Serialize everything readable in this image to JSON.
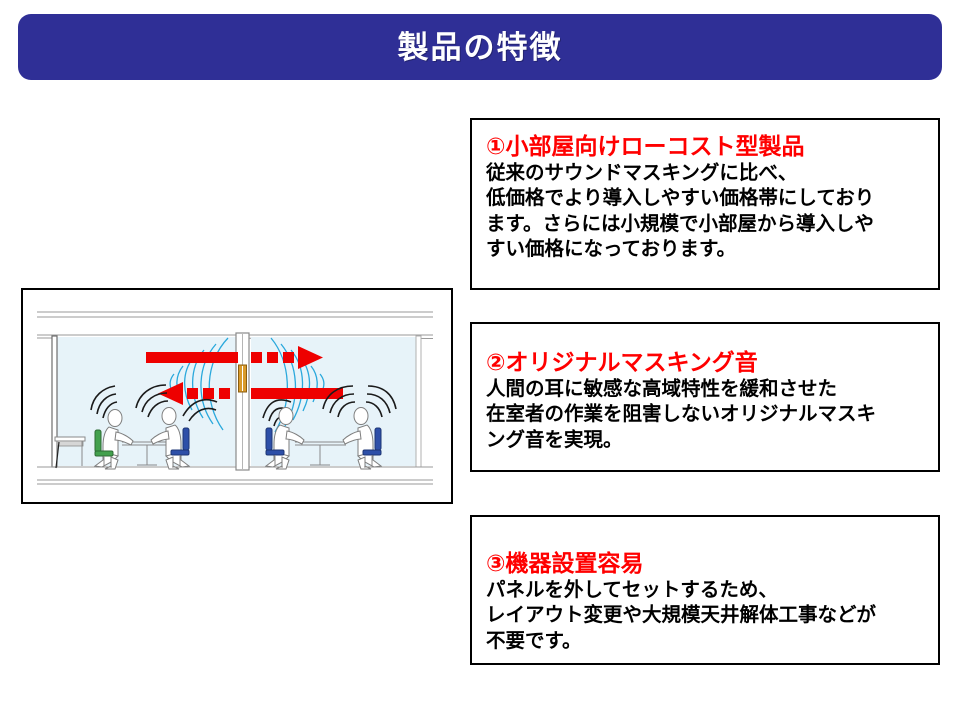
{
  "slide": {
    "title": "製品の特徴",
    "banner_color": "#2f2f96",
    "accent_color": "#ff0000"
  },
  "features": [
    {
      "id": "feature-1",
      "heading": "①小部屋向けローコスト型製品",
      "body": "従来のサウンドマスキングに比べ、\n低価格でより導入しやすい価格帯にしており\nます。さらには小規模で小部屋から導入しや\nすい価格になっております。"
    },
    {
      "id": "feature-2",
      "heading": "②オリジナルマスキング音",
      "body": "人間の耳に敏感な高域特性を緩和させた\n在室者の作業を阻害しないオリジナルマスキ\nング音を実現。"
    },
    {
      "id": "feature-3",
      "heading": "③機器設置容易",
      "body": "パネルを外してセットするため、\nレイアウト変更や大規模天井解体工事などが\n不要です。"
    }
  ],
  "illustration": {
    "name": "office-cross-section-sound-masking-diagram",
    "description": "断面図：間仕切り壁を挟んだ二つの小部屋で、着席した人から出る音（黒い波線）と、間仕切り上部のスピーカーから出るマスキング音（水色の波線）、および透過音を示す赤い矢印",
    "colors": {
      "room_fill": "#e7f3f9",
      "wall_line": "#9a9a9a",
      "sound_wave_person": "#1a1a1a",
      "sound_wave_masking": "#29a8dc",
      "arrow": "#ee0000",
      "device": "#d99a2b",
      "chair_green": "#3f9c4a",
      "chair_blue": "#2d4fa8"
    },
    "elements": {
      "partition": "center-partition-wall",
      "device": "masking-speaker-unit",
      "arrow_top": "sound-transmission-arrow-right",
      "arrow_bottom": "sound-transmission-arrow-left",
      "people_count": 4,
      "desk_count": 2,
      "cabinet": "left-side-cabinet"
    }
  }
}
